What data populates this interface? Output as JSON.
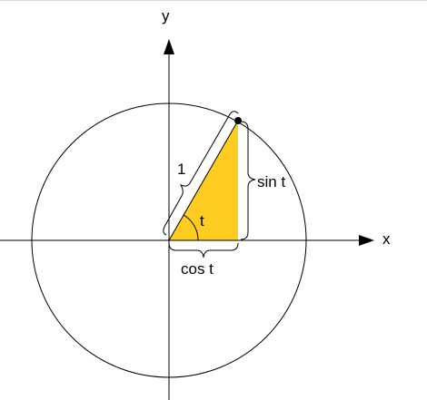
{
  "diagram": {
    "axis_x_label": "x",
    "axis_y_label": "y",
    "hypotenuse_label": "1",
    "angle_label": "t",
    "adjacent_label": "cos t",
    "opposite_label": "sin t"
  },
  "colors": {
    "triangle_fill": "#ffcc22",
    "stroke": "#000000",
    "background": "#ffffff"
  }
}
